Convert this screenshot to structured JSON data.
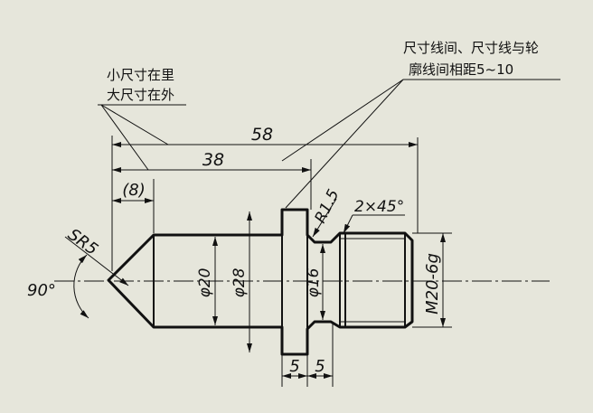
{
  "colors": {
    "background": "#e6e6db",
    "ink": "#111111"
  },
  "notes": {
    "inner_outer": [
      "小尺寸在里",
      "大尺寸在外"
    ],
    "spacing": [
      "尺寸线间、尺寸线与轮",
      "廓线间相距5~10"
    ]
  },
  "dimensions": {
    "total_length": "58",
    "length_38": "38",
    "ref_8": "(8)",
    "sphere_radius": "SR5",
    "cone_angle": "90°",
    "dia_20": "φ20",
    "dia_28": "φ28",
    "dia_16": "φ16",
    "fillet": "R1.5",
    "chamfer": "2×45°",
    "thread": "M20-6g",
    "collar_width": "5",
    "groove_width": "5"
  }
}
